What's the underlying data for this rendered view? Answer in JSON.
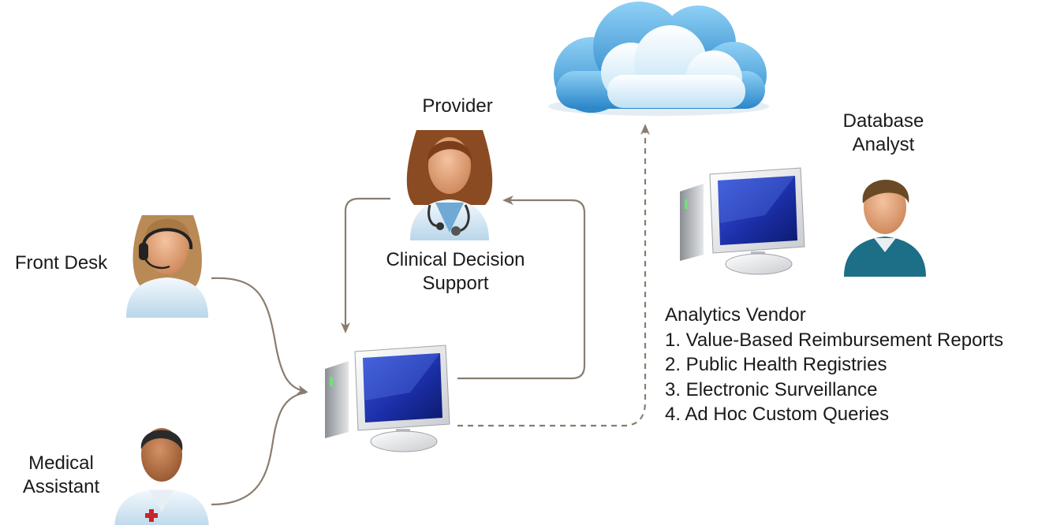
{
  "labels": {
    "provider": "Provider",
    "clinical_decision_support": [
      "Clinical Decision",
      "Support"
    ],
    "front_desk": "Front Desk",
    "medical_assistant": [
      "Medical",
      "Assistant"
    ],
    "database_analyst": [
      "Database",
      "Analyst"
    ]
  },
  "vendor": {
    "title": "Analytics Vendor",
    "items": [
      "1. Value-Based Reimbursement Reports",
      "2. Public Health Registries",
      "3. Electronic Surveillance",
      "4. Ad Hoc Custom Queries"
    ]
  },
  "colors": {
    "arrow": "#8a7d6e",
    "monitor_screen": "#1b2fa8",
    "cloud": "#4aa3dd",
    "skin": "#e6a57c",
    "analyst_sweater": "#1c6f86",
    "cross": "#c9232b"
  },
  "icons": [
    "cloud-icon",
    "provider-doctor-icon",
    "front-desk-receptionist-icon",
    "medical-assistant-icon",
    "database-analyst-icon",
    "ehr-computer-icon",
    "analyst-computer-icon"
  ]
}
